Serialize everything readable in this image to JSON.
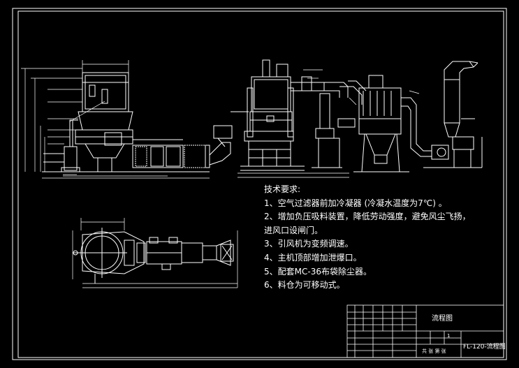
{
  "notes": {
    "title": "技术要求:",
    "items": [
      "1、空气过滤器前加冷凝器 (冷凝水温度为7℃) 。",
      "2、增加负压吸料装置，降低劳动强度，避免风尘飞扬，进风口设闸门。",
      "3、引风机为变频调速。",
      "4、主机顶部增加泄爆口。",
      "5、配套MC-36布袋除尘器。",
      "6、料仓为可移动式。"
    ]
  },
  "title_block": {
    "name": "流程图",
    "code": "FL-120-流程图",
    "sheet": "1",
    "stage": "共  张  第  张"
  },
  "colors": {
    "background": "#000000",
    "lines": "#ffffff"
  }
}
